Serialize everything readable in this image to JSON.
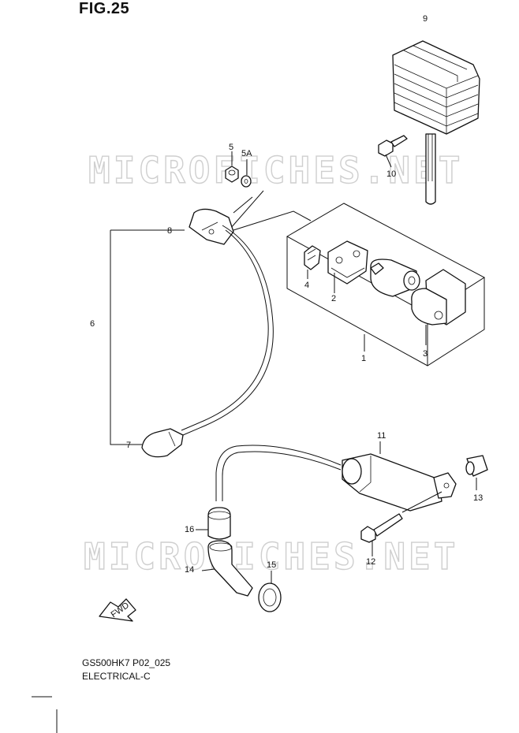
{
  "figure_title": "FIG.25",
  "model_code": "GS500HK7 P02_025",
  "section_name": "ELECTRICAL-C",
  "watermark": "MICROFICHES.NET",
  "direction_label": "FWD",
  "callouts": {
    "p1": "1",
    "p2": "2",
    "p3": "3",
    "p4": "4",
    "p5": "5",
    "p5a": "5A",
    "p6": "6",
    "p7": "7",
    "p8": "8",
    "p9": "9",
    "p10": "10",
    "p11": "11",
    "p12": "12",
    "p13": "13",
    "p14": "14",
    "p15": "15",
    "p16": "16"
  }
}
